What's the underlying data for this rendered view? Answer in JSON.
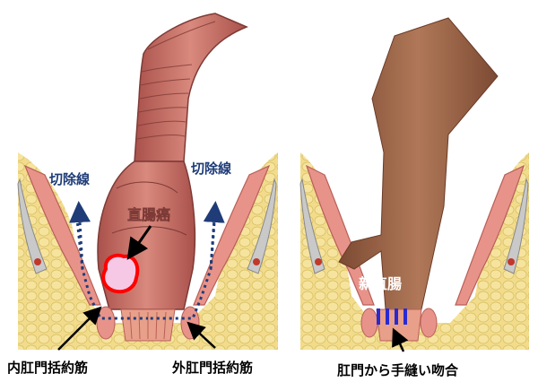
{
  "labels": {
    "resection_line_left": "切除線",
    "resection_line_right": "切除線",
    "rectal_cancer": "直腸癌",
    "internal_sphincter": "内肛門括約筋",
    "external_sphincter": "外肛門括約筋",
    "neo_rectum": "新直腸",
    "hand_sewn_anastomosis": "肛門から手縫い吻合"
  },
  "colors": {
    "fat": "#f2dc8c",
    "fat_cell_line": "#d8bf63",
    "colon_wall": "#c8736a",
    "colon_inner": "#a9514b",
    "tumor_outline": "#ff0000",
    "tumor_fill": "#f7c8e6",
    "resection_line": "#1f3c78",
    "neo_rectum": "#9a5e40",
    "suture": "#2a2ad0",
    "muscle": "#e8938a"
  }
}
